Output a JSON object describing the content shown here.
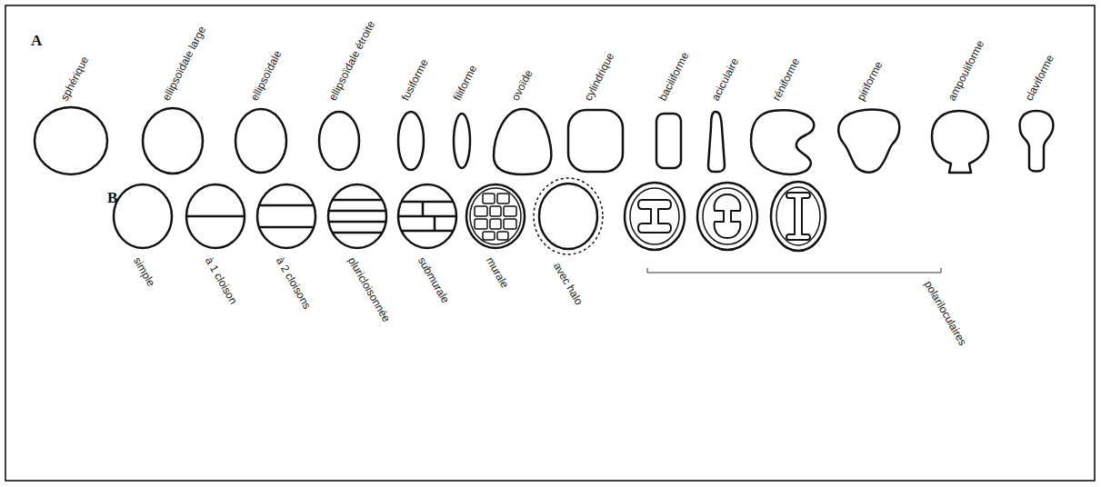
{
  "diagram": {
    "labels": [
      "A",
      "sphérique",
      "ellipsoïdale large",
      "ellipsoïdale",
      "ellipsoïdale étroite",
      "fusiforme",
      "filiforme",
      "ovoïde",
      "cylindrique",
      "baciliforme",
      "aciculaire",
      "réniforme",
      "piriforme",
      "ampouliforme",
      "claviforme",
      "B",
      "simple",
      "à 1 cloison",
      "à 2 cloisons",
      "pluricloisonnée",
      "submurale",
      "murale",
      "avec halo",
      "polariloculaires"
    ]
  }
}
